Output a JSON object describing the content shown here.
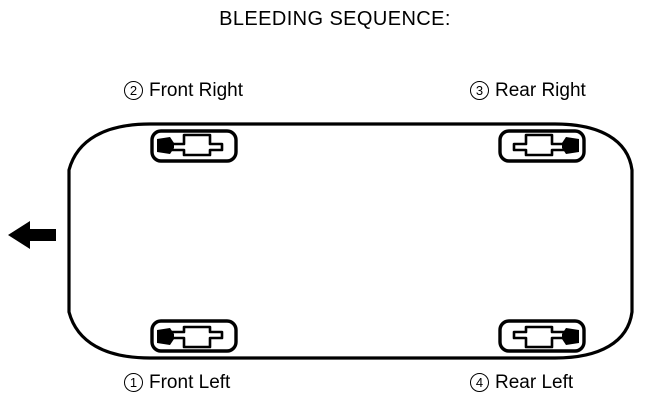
{
  "title": "BLEEDING SEQUENCE:",
  "diagram": {
    "name": "vehicle-top-view-brake-bleeding-sequence",
    "direction_arrow": {
      "icon": "arrow-left-icon",
      "direction": "left",
      "color": "#000000"
    },
    "vehicle_body": {
      "shape": "rounded-rectangle-outline",
      "stroke_color": "#000000",
      "fill_color": "#ffffff"
    },
    "wheels": [
      {
        "id": "front-right",
        "number": "2",
        "label": "Front Right",
        "position": "top-left",
        "icon": "brake-caliper-icon",
        "icon_facing": "left"
      },
      {
        "id": "rear-right",
        "number": "3",
        "label": "Rear Right",
        "position": "top-right",
        "icon": "brake-caliper-icon",
        "icon_facing": "right"
      },
      {
        "id": "front-left",
        "number": "1",
        "label": "Front Left",
        "position": "bottom-left",
        "icon": "brake-caliper-icon",
        "icon_facing": "left"
      },
      {
        "id": "rear-left",
        "number": "4",
        "label": "Rear Left",
        "position": "bottom-right",
        "icon": "brake-caliper-icon",
        "icon_facing": "right"
      }
    ]
  },
  "colors": {
    "ink": "#000000",
    "background": "#ffffff"
  }
}
